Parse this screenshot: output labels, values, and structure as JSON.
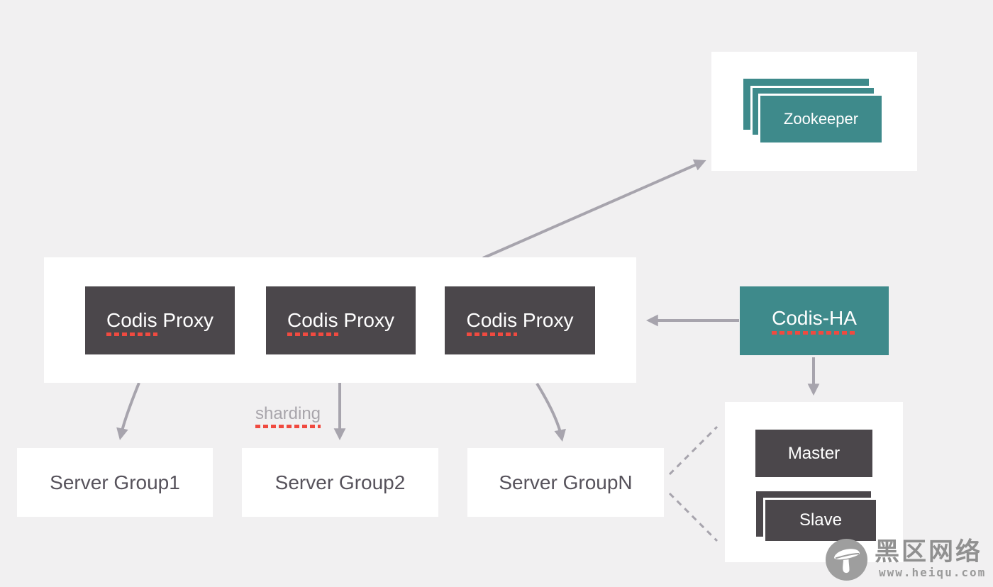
{
  "diagram": {
    "name": "codis-architecture-diagram",
    "colors": {
      "background": "#f1f0f1",
      "panel": "#ffffff",
      "teal": "#3e8a8b",
      "dark": "#4b474b",
      "arrow": "#a7a4ad",
      "spellcheck_red": "#f04a40",
      "muted_text": "#a8a5ab",
      "group_text": "#56525b",
      "watermark_gray": "#909090"
    }
  },
  "nodes": {
    "zookeeper": {
      "label": "Zookeeper"
    },
    "proxies": [
      {
        "word": "Codis",
        "rest": " Proxy"
      },
      {
        "word": "Codis",
        "rest": " Proxy"
      },
      {
        "word": "Codis",
        "rest": " Proxy"
      }
    ],
    "codis_ha": {
      "label": "Codis-HA"
    },
    "server_groups": [
      {
        "label": "Server Group1"
      },
      {
        "label": "Server Group2"
      },
      {
        "label": "Server GroupN"
      }
    ],
    "master": {
      "label": "Master"
    },
    "slave": {
      "label": "Slave"
    }
  },
  "annotations": {
    "sharding": "sharding"
  },
  "watermark": {
    "icon": "mushroom-icon",
    "site_name": "黑区网络",
    "site_url": "www.heiqu.com"
  }
}
